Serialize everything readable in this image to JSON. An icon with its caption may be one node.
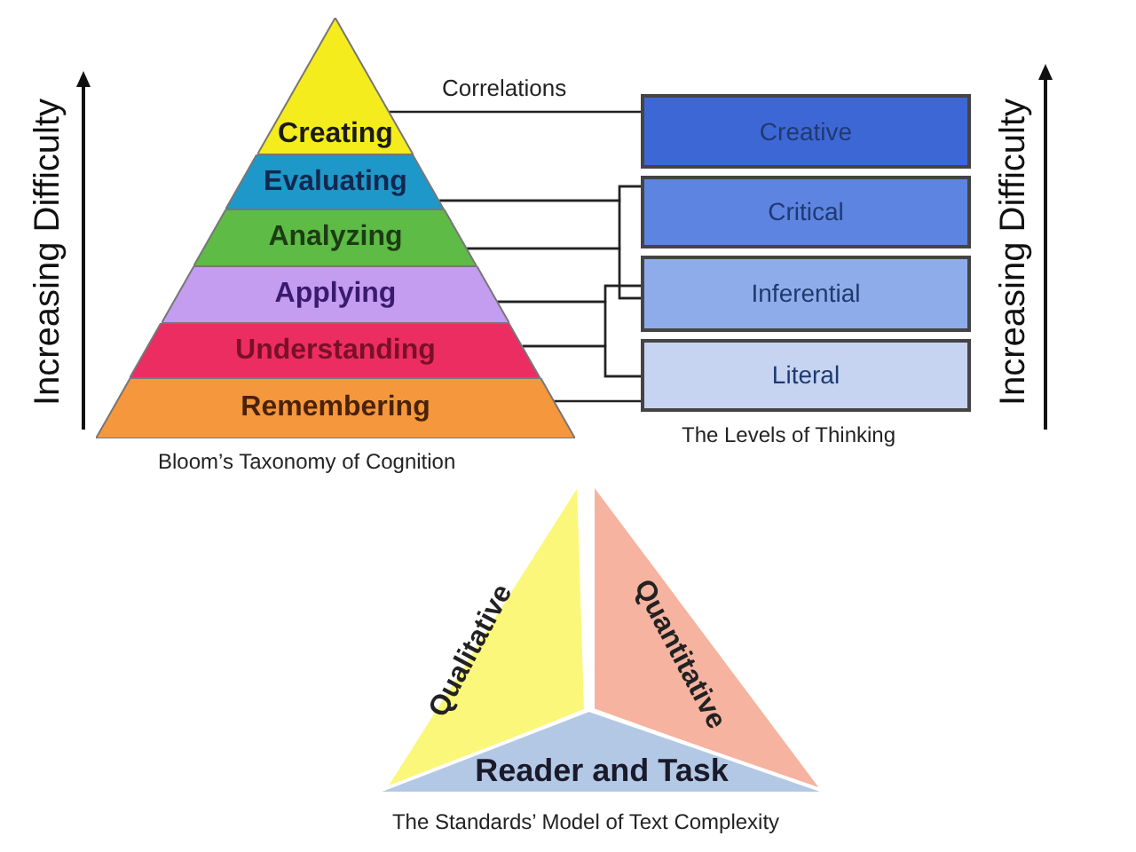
{
  "diagram": {
    "nodes": [
      {
        "text": [
          "Creating"
        ]
      },
      {
        "text": [
          "Evaluating"
        ]
      },
      {
        "text": [
          "Analyzing"
        ]
      },
      {
        "text": [
          "Applying"
        ]
      },
      {
        "text": [
          "Understanding"
        ]
      },
      {
        "text": [
          "Remembering"
        ]
      },
      {
        "text": [
          "Creative"
        ]
      },
      {
        "text": [
          "Critical"
        ]
      },
      {
        "text": [
          "Inferential"
        ]
      },
      {
        "text": [
          "Literal"
        ]
      },
      {
        "text": [
          "Qualitative"
        ]
      },
      {
        "text": [
          "Quantitative"
        ]
      },
      {
        "text": [
          "Reader and Task"
        ]
      }
    ],
    "edges": [
      {
        "from": 0,
        "to": 6,
        "arrow": "none"
      },
      {
        "from": 1,
        "to": 7,
        "arrow": "none"
      },
      {
        "from": 1,
        "to": 8,
        "arrow": "none"
      },
      {
        "from": 2,
        "to": 7,
        "arrow": "none"
      },
      {
        "from": 2,
        "to": 8,
        "arrow": "none"
      },
      {
        "from": 3,
        "to": 8,
        "arrow": "none"
      },
      {
        "from": 3,
        "to": 9,
        "arrow": "none"
      },
      {
        "from": 4,
        "to": 8,
        "arrow": "none"
      },
      {
        "from": 4,
        "to": 9,
        "arrow": "none"
      },
      {
        "from": 5,
        "to": 9,
        "arrow": "none"
      }
    ],
    "labels": [
      "Increasing Difficulty",
      "Correlations",
      "Bloom’s Taxonomy of Cognition",
      "The Levels of Thinking",
      "Increasing Difficulty",
      "The Standards’ Model of Text Complexity"
    ]
  }
}
